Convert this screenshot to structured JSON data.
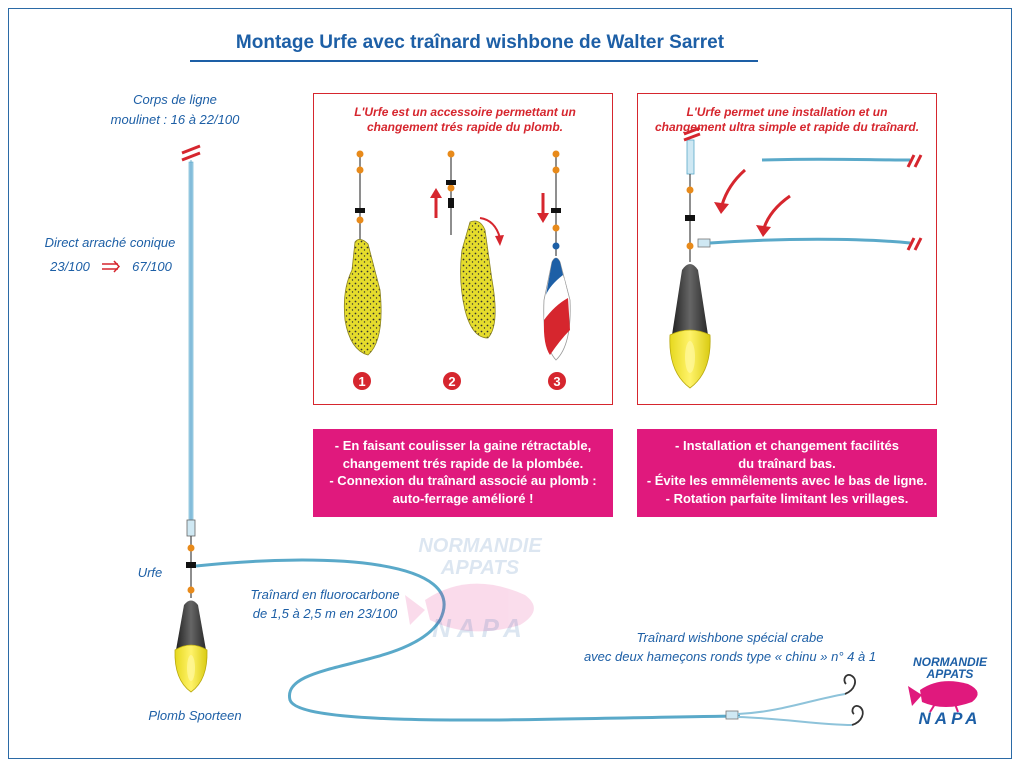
{
  "title": "Montage Urfe avec traînard wishbone de Walter Sarret",
  "left_labels": {
    "corps_line1": "Corps de ligne",
    "corps_line2": "moulinet : 16 à 22/100",
    "direct_line1": "Direct arraché conique",
    "direct_from": "23/100",
    "direct_to": "67/100",
    "urfe": "Urfe",
    "plomb": "Plomb Sporteen"
  },
  "trainard_fluoro": {
    "line1": "Traînard en fluorocarbone",
    "line2": "de 1,5 à 2,5 m en 23/100"
  },
  "wishbone": {
    "line1": "Traînard wishbone spécial crabe",
    "line2": "avec deux hameçons ronds  type « chinu » n° 4 à 1"
  },
  "box_left": {
    "line1": "L'Urfe est un accessoire permettant un",
    "line2": "changement trés rapide du plomb.",
    "steps": [
      "1",
      "2",
      "3"
    ]
  },
  "box_right": {
    "line1": "L'Urfe permet une installation et un",
    "line2": "changement ultra simple et rapide du traînard."
  },
  "pink_left": [
    "-  En faisant coulisser la gaine rétractable,",
    "changement trés rapide de la plombée.",
    "- Connexion du traînard associé au plomb :",
    "auto-ferrage amélioré !"
  ],
  "pink_right": [
    "- Installation et changement facilités",
    "du traînard bas.",
    "- Évite les emmêlements avec le bas de ligne.",
    "- Rotation parfaite limitant les vrillages."
  ],
  "logo": {
    "line1": "NORMANDIE",
    "line2": "APPATS",
    "line3": "NAPA"
  },
  "colors": {
    "blue": "#1d5fa6",
    "red": "#d6262e",
    "pink": "#e0197d",
    "yellow": "#f2e52a",
    "leader": "#5aa9c9"
  }
}
